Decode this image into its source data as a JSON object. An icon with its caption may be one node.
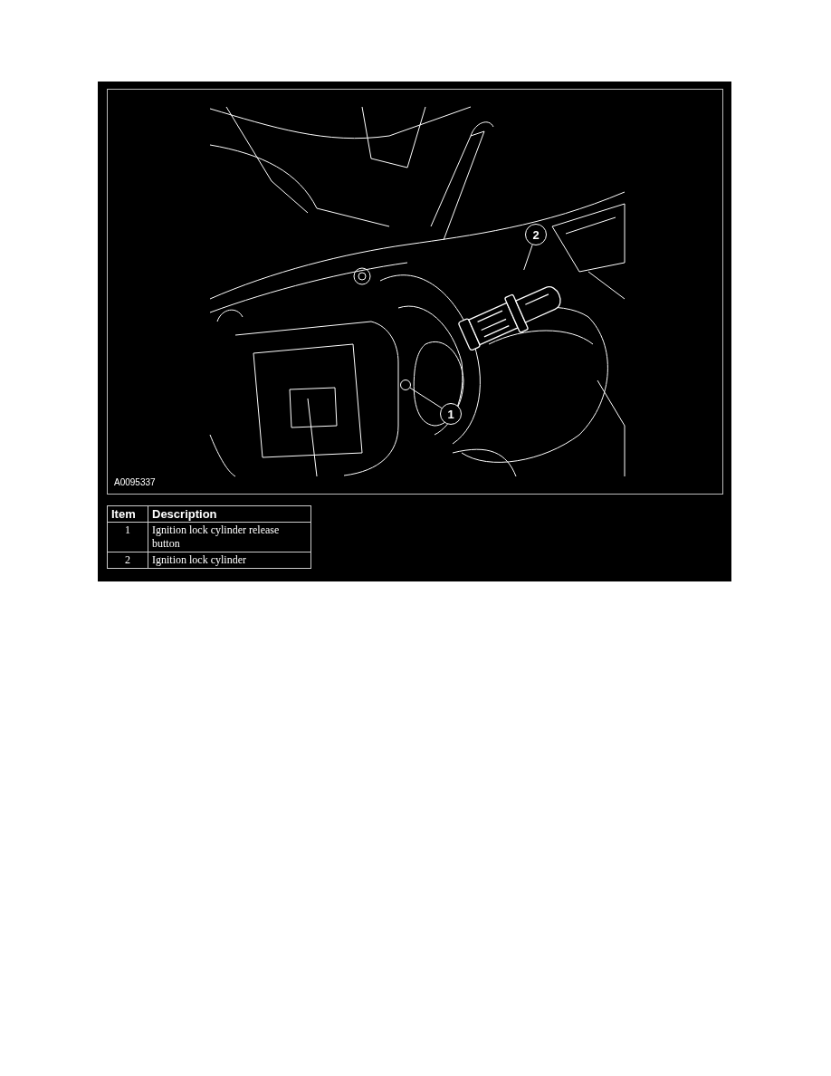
{
  "diagram": {
    "nodes": [
      {
        "text": [
          "1"
        ]
      },
      {
        "text": [
          "2"
        ]
      },
      {
        "text": [],
        "shape": "circle"
      },
      {
        "text": [],
        "shape": "picture"
      }
    ],
    "edges": [
      {
        "from": 0,
        "to": 2,
        "arrow": "none"
      },
      {
        "from": 1,
        "to": 3,
        "arrow": "none"
      }
    ],
    "labels": [
      "A0095337",
      "Item",
      "Description",
      "1",
      "Ignition lock cylinder release button",
      "2",
      "Ignition lock cylinder"
    ]
  }
}
